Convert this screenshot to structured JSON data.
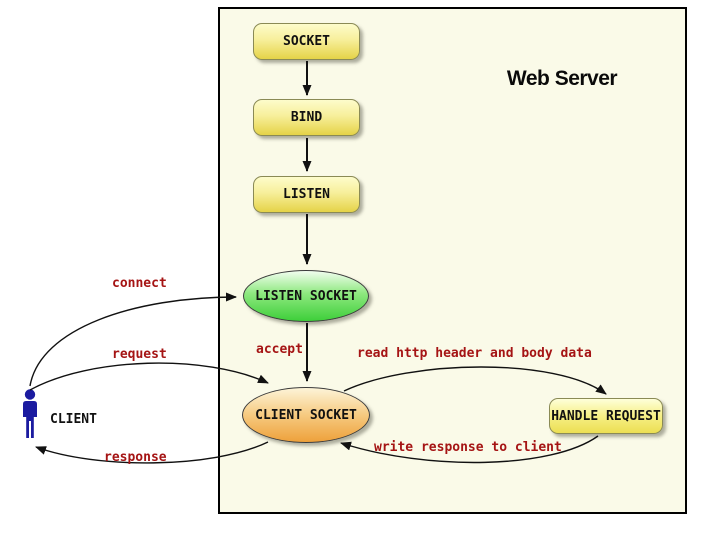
{
  "title": "Web Server",
  "nodes": {
    "socket": {
      "label": "SOCKET",
      "shape": "rounded-rect",
      "color": "#e5d348"
    },
    "bind": {
      "label": "BIND",
      "shape": "rounded-rect",
      "color": "#e5d348"
    },
    "listen": {
      "label": "LISTEN",
      "shape": "rounded-rect",
      "color": "#e5d348"
    },
    "listen_socket": {
      "label": "LISTEN SOCKET",
      "shape": "ellipse",
      "color": "#3ecf3a"
    },
    "client_socket": {
      "label": "CLIENT SOCKET",
      "shape": "ellipse",
      "color": "#eea13b"
    },
    "handle_request": {
      "label": "HANDLE REQUEST",
      "shape": "rounded-rect",
      "color": "#ecdf52"
    }
  },
  "actor": {
    "label": "CLIENT",
    "icon": "person-icon",
    "color": "#1b1ba0"
  },
  "edge_labels": {
    "connect": "connect",
    "request": "request",
    "response": "response",
    "accept": "accept",
    "read_http": "read http header and body data",
    "write_response": "write response to client"
  },
  "edges": [
    {
      "from": "socket",
      "to": "bind",
      "label": ""
    },
    {
      "from": "bind",
      "to": "listen",
      "label": ""
    },
    {
      "from": "listen",
      "to": "listen_socket",
      "label": ""
    },
    {
      "from": "listen_socket",
      "to": "client_socket",
      "label": "accept"
    },
    {
      "from": "client",
      "to": "listen_socket",
      "label": "connect"
    },
    {
      "from": "client",
      "to": "client_socket",
      "label": "request"
    },
    {
      "from": "client_socket",
      "to": "client",
      "label": "response"
    },
    {
      "from": "client_socket",
      "to": "handle_request",
      "label": "read http header and body data"
    },
    {
      "from": "handle_request",
      "to": "client_socket",
      "label": "write response to client"
    }
  ],
  "colors": {
    "canvas_bg": "#fafae8",
    "box_border": "#000000",
    "edge_label_red": "#a51414",
    "client_blue": "#1b1ba0",
    "arrow_black": "#111111"
  }
}
